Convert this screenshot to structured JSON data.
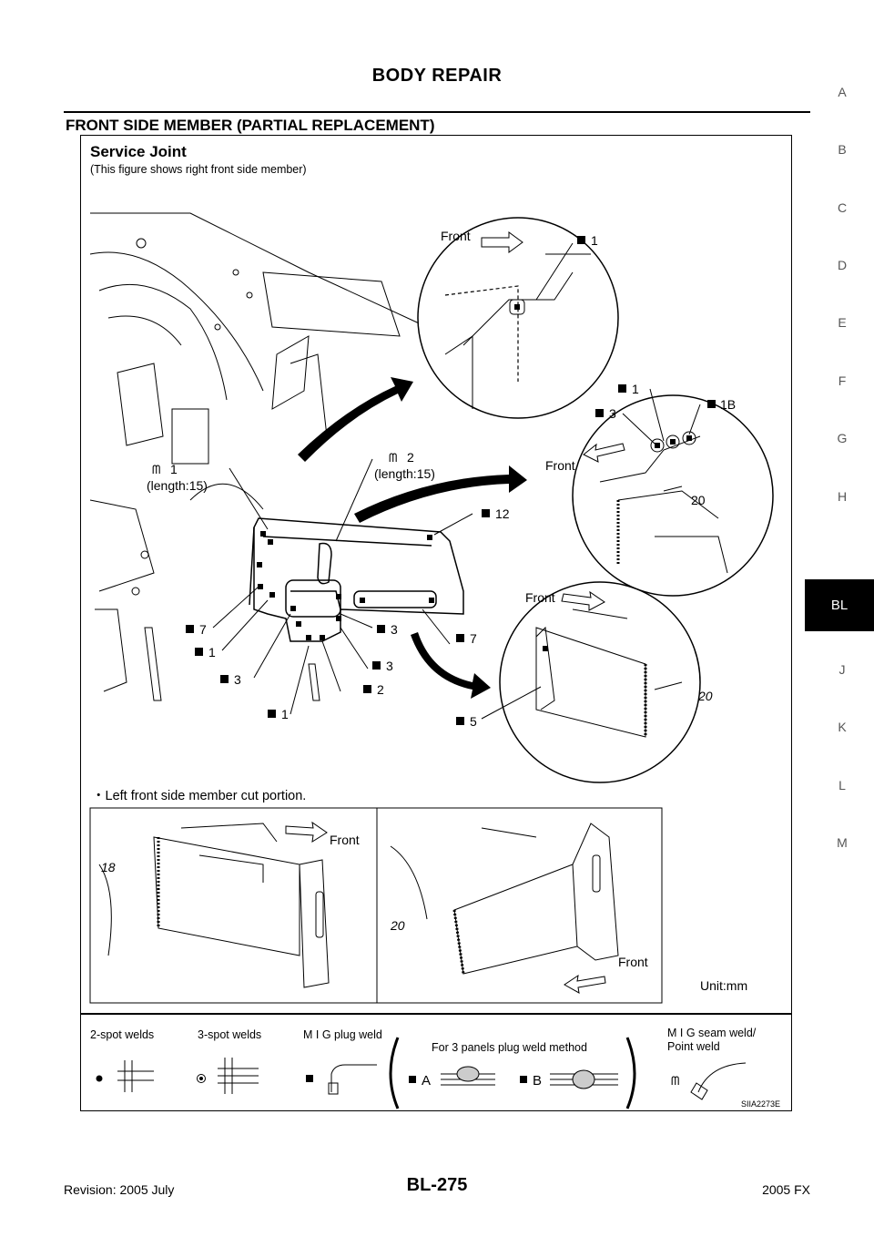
{
  "header": {
    "title": "BODY REPAIR"
  },
  "section": {
    "title": "FRONT SIDE MEMBER (PARTIAL REPLACEMENT)"
  },
  "figure": {
    "title": "Service Joint",
    "subtitle": "(This figure shows right front side member)",
    "callouts": {
      "front_a": "Front",
      "mig_1_top": "1",
      "mig_1_mid": "1",
      "mig_3_mid": "3",
      "mig_1b": "1B",
      "front_b": "Front",
      "dim_20_a": "20",
      "seam_1": "1",
      "seam_1_len": "(length:15)",
      "seam_2": "2",
      "seam_2_len": "(length:15)",
      "mig_12": "12",
      "front_c": "Front",
      "dim_20_b": "20",
      "mig_7_left": "7",
      "mig_1_left": "1",
      "mig_3_left": "3",
      "mig_1_bottom": "1",
      "mig_3_right_a": "3",
      "mig_3_right_b": "3",
      "mig_2": "2",
      "mig_7_right": "7",
      "mig_5": "5"
    },
    "left_cut_label": "・Left front side member cut portion.",
    "lower": {
      "front_left": "Front",
      "dim_18": "18",
      "dim_20": "20",
      "front_right": "Front",
      "unit": "Unit:mm"
    },
    "legend": {
      "two_spot": "2-spot welds",
      "three_spot": "3-spot welds",
      "mig_plug": "M I G plug weld",
      "three_panels": "For 3 panels plug weld method",
      "mig_seam": "M I G seam weld/",
      "point_weld": "Point weld",
      "a_label": "A",
      "b_label": "B"
    },
    "figure_id": "SIIA2273E"
  },
  "side_index": [
    "A",
    "B",
    "C",
    "D",
    "E",
    "F",
    "G",
    "H",
    "BL",
    "J",
    "K",
    "L",
    "M"
  ],
  "side_active": "BL",
  "footer": {
    "revision": "Revision: 2005 July",
    "page": "BL-275",
    "model": "2005 FX"
  }
}
